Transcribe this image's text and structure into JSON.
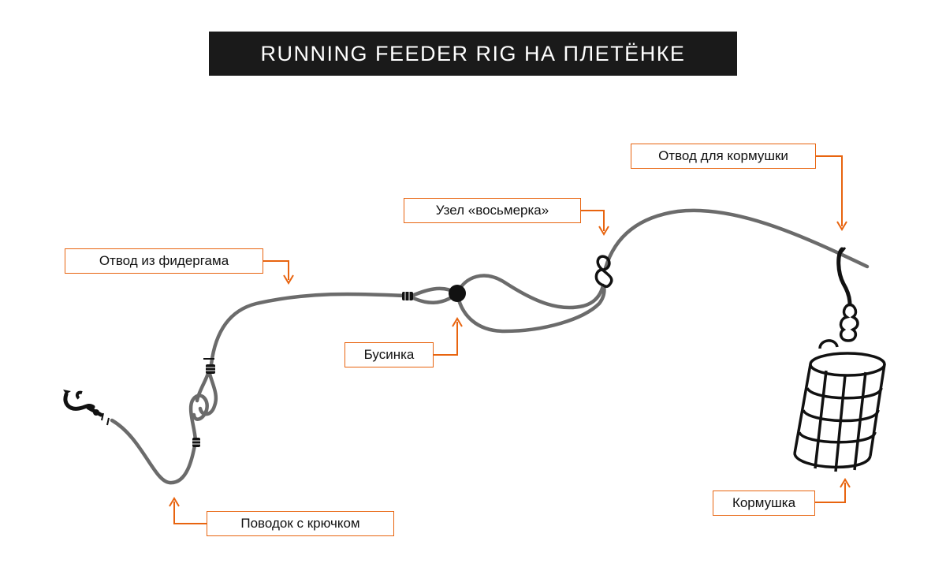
{
  "title": "RUNNING FEEDER RIG НА ПЛЕТЁНКЕ",
  "labels": {
    "leader": "Поводок с крючком",
    "feedergum": "Отвод из фидергама",
    "bead": "Бусинка",
    "knot": "Узел «восьмерка»",
    "feeder_link": "Отвод для кормушки",
    "feeder": "Кормушка"
  },
  "colors": {
    "line": "#6b6b6b",
    "accent": "#e8640f",
    "dark": "#111111",
    "title_bg": "#1a1a1a",
    "title_text": "#ffffff"
  },
  "icons": [
    "hook-icon",
    "bead-icon",
    "figure-eight-knot-icon",
    "swivel-icon",
    "feeder-cage-icon"
  ]
}
